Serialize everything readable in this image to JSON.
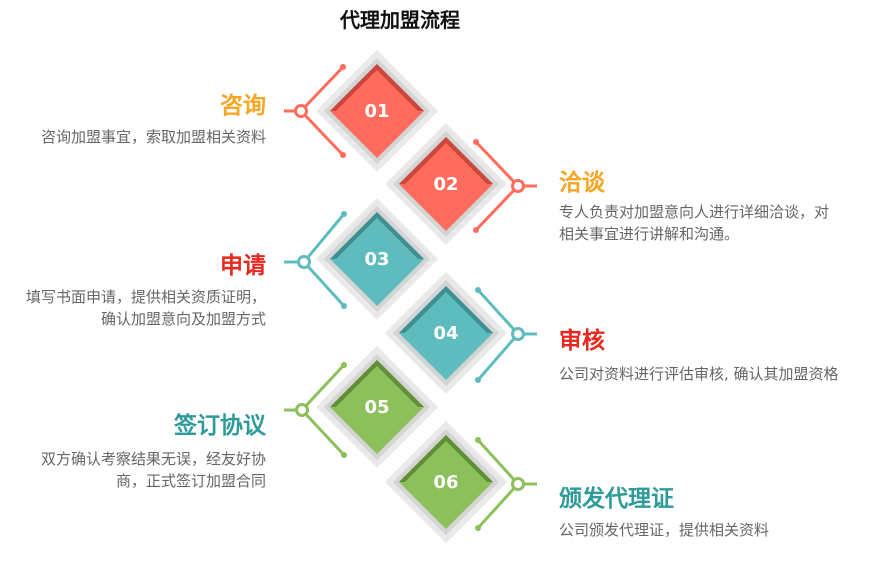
{
  "title": "代理加盟流程",
  "colors": {
    "coral": "#ff6b5c",
    "coral_dark": "#c9473c",
    "teal": "#5ebcbf",
    "teal_dark": "#3f8f92",
    "green": "#8cc05a",
    "green_dark": "#5f8f36",
    "orange_title": "#f5a623",
    "red_title": "#e8281e",
    "teal_title": "#2f9a9a"
  },
  "steps": [
    {
      "number": "01",
      "title": "咨询",
      "desc": "咨询加盟事宜，索取加盟相关资料"
    },
    {
      "number": "02",
      "title": "洽谈",
      "desc": "专人负责对加盟意向人进行详细洽谈，对相关事宜进行讲解和沟通。"
    },
    {
      "number": "03",
      "title": "申请",
      "desc": "填写书面申请，提供相关资质证明，确认加盟意向及加盟方式"
    },
    {
      "number": "04",
      "title": "审核",
      "desc": "公司对资料进行评估审核, 确认其加盟资格"
    },
    {
      "number": "05",
      "title": "签订协议",
      "desc": "双方确认考察结果无误，经友好协商，正式签订加盟合同"
    },
    {
      "number": "06",
      "title": "颁发代理证",
      "desc": "公司颁发代理证，提供相关资料"
    }
  ]
}
